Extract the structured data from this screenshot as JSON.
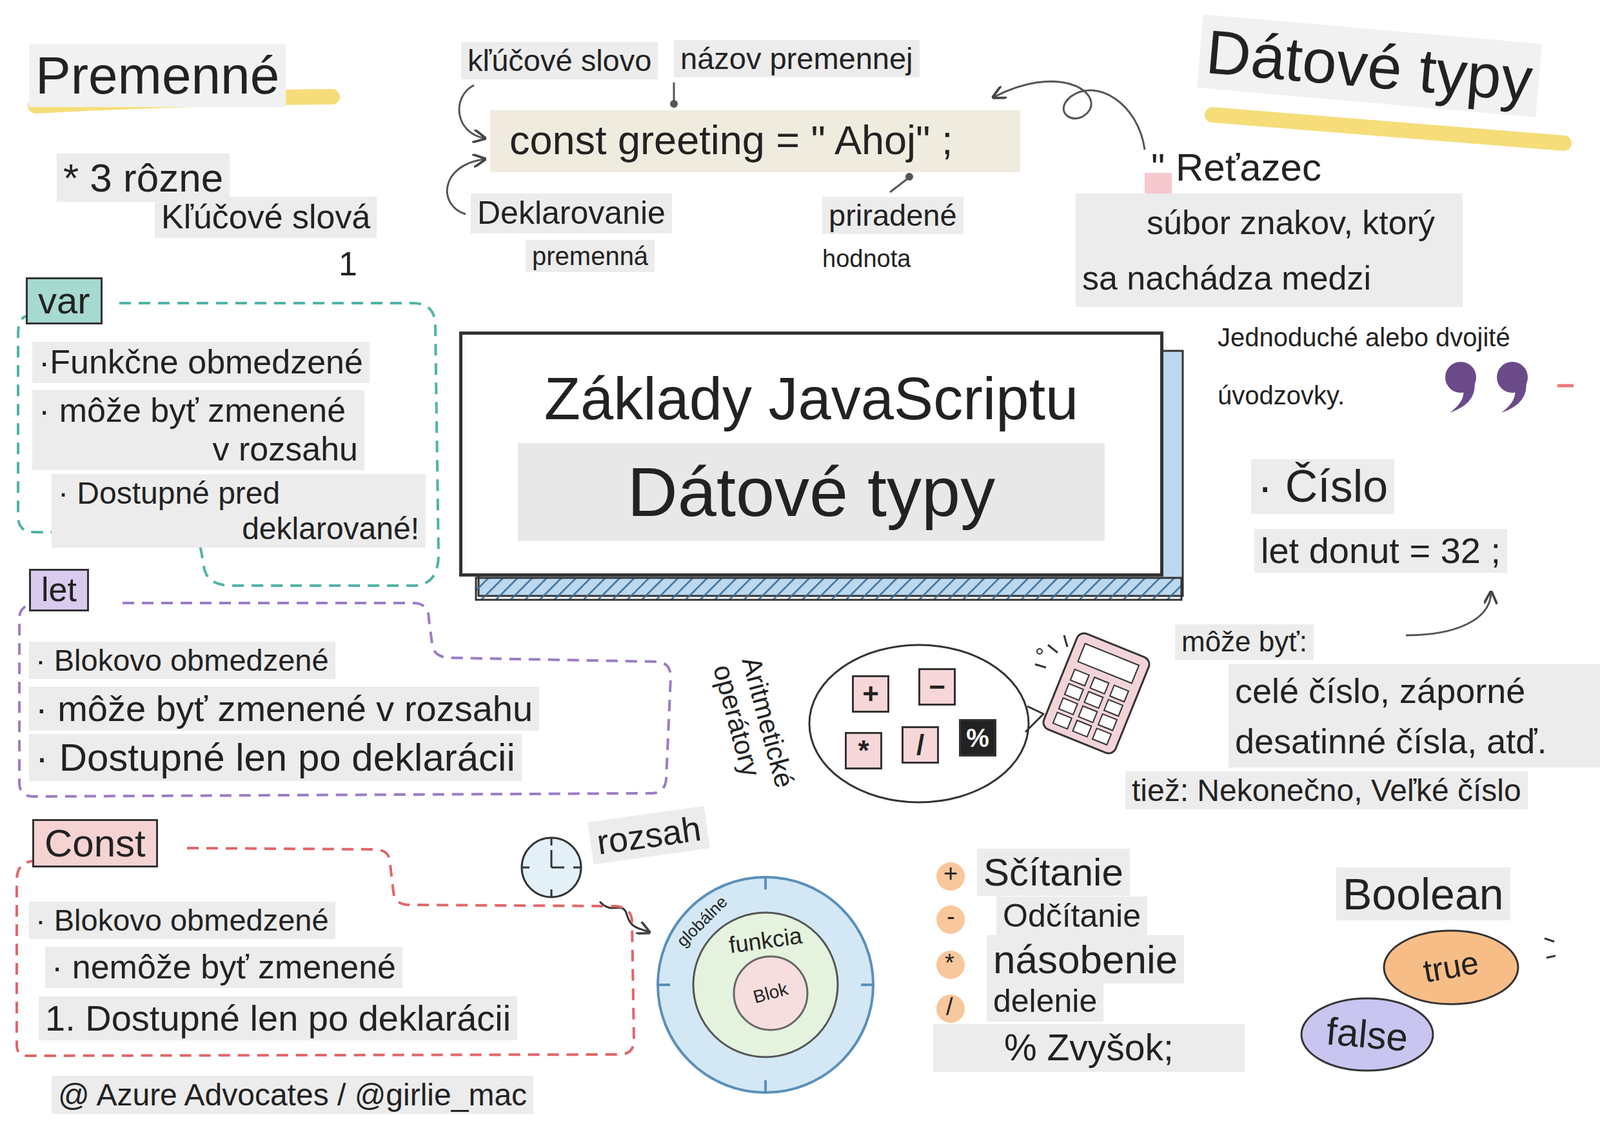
{
  "diagram": {
    "nodes": [
      {
        "text": [
          "const greeting = \" Ahoj\" ;"
        ]
      },
      {
        "text": [
          "var",
          "·Funkčne obmedzené",
          "· môže byť zmenené v rozsahu",
          "· Dostupné pred deklarované!"
        ]
      },
      {
        "text": [
          "Základy JavaScriptu",
          "Dátové typy"
        ]
      },
      {
        "text": [
          "let",
          "· Blokovo obmedzené",
          "· môže byť zmenené v rozsahu",
          "· Dostupné len po deklarácii"
        ]
      },
      {
        "text": [
          "+",
          "−",
          "*",
          "/",
          "%"
        ]
      },
      {
        "text": [
          "Const",
          "· Blokovo obmedzené",
          "· nemôže byť zmenené",
          "1. Dostupné len po deklarácii"
        ]
      },
      {
        "text": [
          "globálne"
        ]
      },
      {
        "text": [
          "funkcia"
        ],
        "in": 6
      },
      {
        "text": [
          "Blok"
        ],
        "in": 7
      },
      {
        "text": [
          "true"
        ]
      },
      {
        "text": [
          "false"
        ]
      }
    ],
    "labels": [
      "Premenné",
      "kľúčové slovo",
      "názov premennej",
      "Dátové typy",
      "* 3 rôzne",
      "Kľúčové slová",
      "Deklarovanie",
      "premenná",
      "priradené",
      "hodnota",
      "\" Reťazec",
      "súbor znakov, ktorý sa nachádza medzi",
      "1",
      "Jednoduché alebo dvojité úvodzovky.",
      "· Číslo",
      "let donut = 32 ;",
      "môže byť:",
      "celé číslo, záporné desatinné čísla, atď.",
      "Aritmetické operátory",
      "tiež: Nekonečno, Veľké číslo",
      "rozsah",
      "+",
      "Sčítanie",
      "Boolean",
      "-",
      "Odčítanie",
      "*",
      "násobenie",
      "/",
      "delenie",
      "% Zvyšok;",
      "@ Azure Advocates / @girlie_mac"
    ]
  }
}
